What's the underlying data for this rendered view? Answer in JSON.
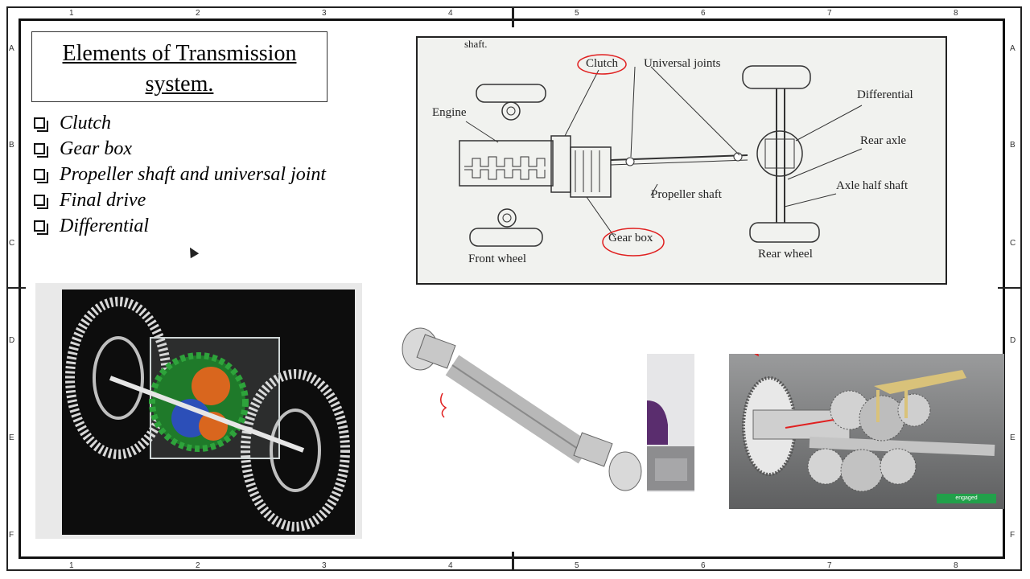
{
  "slide": {
    "title": "Elements of Transmission system.",
    "bullets": [
      "Clutch",
      "Gear box",
      "Propeller shaft and universal joint",
      "Final drive",
      "Differential"
    ]
  },
  "frame": {
    "top_ticks": [
      "1",
      "2",
      "3",
      "4",
      "5",
      "6",
      "7",
      "8"
    ],
    "bottom_ticks": [
      "1",
      "2",
      "3",
      "4",
      "5",
      "6",
      "7",
      "8"
    ],
    "left_ticks": [
      "A",
      "B",
      "C",
      "D",
      "E",
      "F"
    ],
    "right_ticks": [
      "A",
      "B",
      "C",
      "D",
      "E",
      "F"
    ]
  },
  "diagram": {
    "labels": {
      "shaft": "shaft.",
      "clutch": "Clutch",
      "universal_joints": "Universal joints",
      "engine": "Engine",
      "differential": "Differential",
      "rear_axle": "Rear axle",
      "axle_half_shaft": "Axle half shaft",
      "propeller_shaft": "Propeller shaft",
      "gear_box": "Gear box",
      "front_wheel": "Front wheel",
      "rear_wheel": "Rear wheel"
    }
  },
  "gearbox_image": {
    "status_badge": "engaged"
  },
  "colors": {
    "annotation_red": "#e02020",
    "frame": "#111111"
  }
}
